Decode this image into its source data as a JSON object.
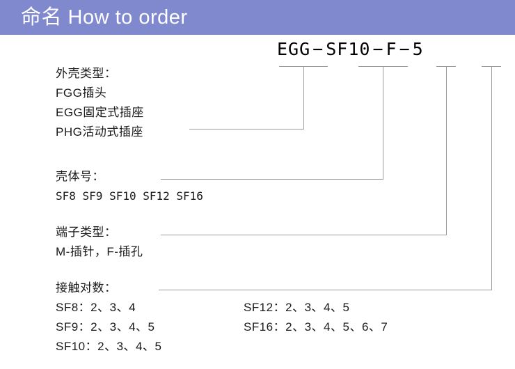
{
  "header": {
    "title": "命名 How to order",
    "band_color": "#8189ce",
    "text_color": "#ffffff"
  },
  "part_number": {
    "full": "EGG − SF10 − F − 5",
    "segments": [
      "EGG",
      "SF10",
      "F",
      "5"
    ],
    "separator": "−"
  },
  "leader_line_color": "#9a9a9a",
  "blocks": [
    {
      "id": "shell-type",
      "heading": "外壳类型：",
      "lines": [
        "FGG插头",
        "EGG固定式插座",
        "PHG活动式插座"
      ]
    },
    {
      "id": "shell-size",
      "heading": "壳体号：",
      "lines": [
        "SF8 SF9 SF10 SF12 SF16"
      ]
    },
    {
      "id": "contact-type",
      "heading": "端子类型：",
      "lines": [
        "M-插针，F-插孔"
      ]
    },
    {
      "id": "contact-count",
      "heading": "接触对数：",
      "left_lines": [
        "SF8：2、3、4",
        "SF9：2、3、4、5",
        "SF10：2、3、4、5"
      ],
      "right_lines": [
        "SF12：2、3、4、5",
        "SF16：2、3、4、5、6、7"
      ]
    }
  ]
}
